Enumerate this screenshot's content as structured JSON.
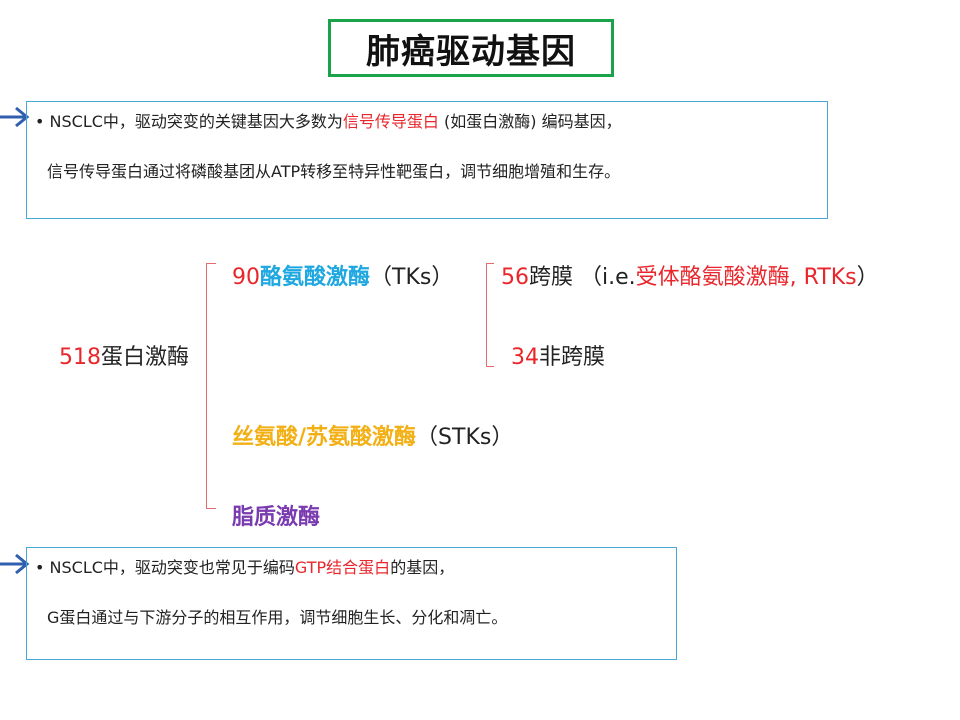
{
  "title": "肺癌驱动基因",
  "box1": {
    "bullet": "•",
    "line1_a": "NSCLC中，驱动突变的关键基因大多数为",
    "line1_highlight": "信号传导蛋白",
    "line1_b": " (如蛋白激酶) 编码基因，",
    "line2": "信号传导蛋白通过将磷酸基团从ATP转移至特异性靶蛋白，调节细胞增殖和生存。"
  },
  "tree": {
    "root_count": "518",
    "root_label": "蛋白激酶",
    "tk_count": "90",
    "tk_name": "酪氨酸激酶",
    "tk_abbr": "（TKs）",
    "rtk_count": "56",
    "rtk_label": "跨膜 （i.e.",
    "rtk_name": "受体酪氨酸激酶, RTKs",
    "rtk_close": "）",
    "nrtk_count": "34",
    "nrtk_label": "非跨膜",
    "stk_name": "丝氨酸/苏氨酸激酶",
    "stk_abbr": "（STKs）",
    "lipid_name": "脂质激酶"
  },
  "box2": {
    "bullet": "•",
    "line1_a": "NSCLC中，驱动突变也常见于编码",
    "line1_highlight": "GTP结合蛋白",
    "line1_b": "的基因，",
    "line2": "G蛋白通过与下游分子的相互作用，调节细胞生长、分化和凋亡。"
  },
  "colors": {
    "title_border": "#1aa34a",
    "box_border": "#4aa8d8",
    "highlight_red": "#e8262b",
    "tk_cyan": "#1fa8e0",
    "stk_gold": "#f2b015",
    "lipid_purple": "#7a3bb0",
    "arrow_blue": "#2f5fae",
    "brace_red": "#e36b6b"
  }
}
